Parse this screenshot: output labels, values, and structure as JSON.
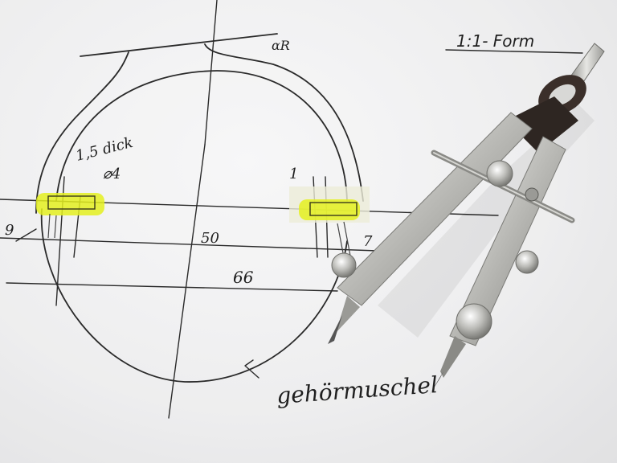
{
  "photo": {
    "subject": "technical-sketch-with-compass",
    "annotations": {
      "scale": "1:1- Form",
      "corner_mark": "αR",
      "thickness_note": "1,5 dick",
      "diameter_note": "⌀4",
      "dim_small_right": "1",
      "dim_left": "9",
      "dim_mid": "50",
      "dim_right": "7",
      "dim_total": "66",
      "part_label": "gehörmuschel"
    },
    "colors": {
      "paper": "#f2f2f3",
      "pencil": "#2a2a2a",
      "highlight": "#e4f020",
      "metal": "#c8c8c6",
      "dark_metal": "#3b2f2a"
    }
  }
}
